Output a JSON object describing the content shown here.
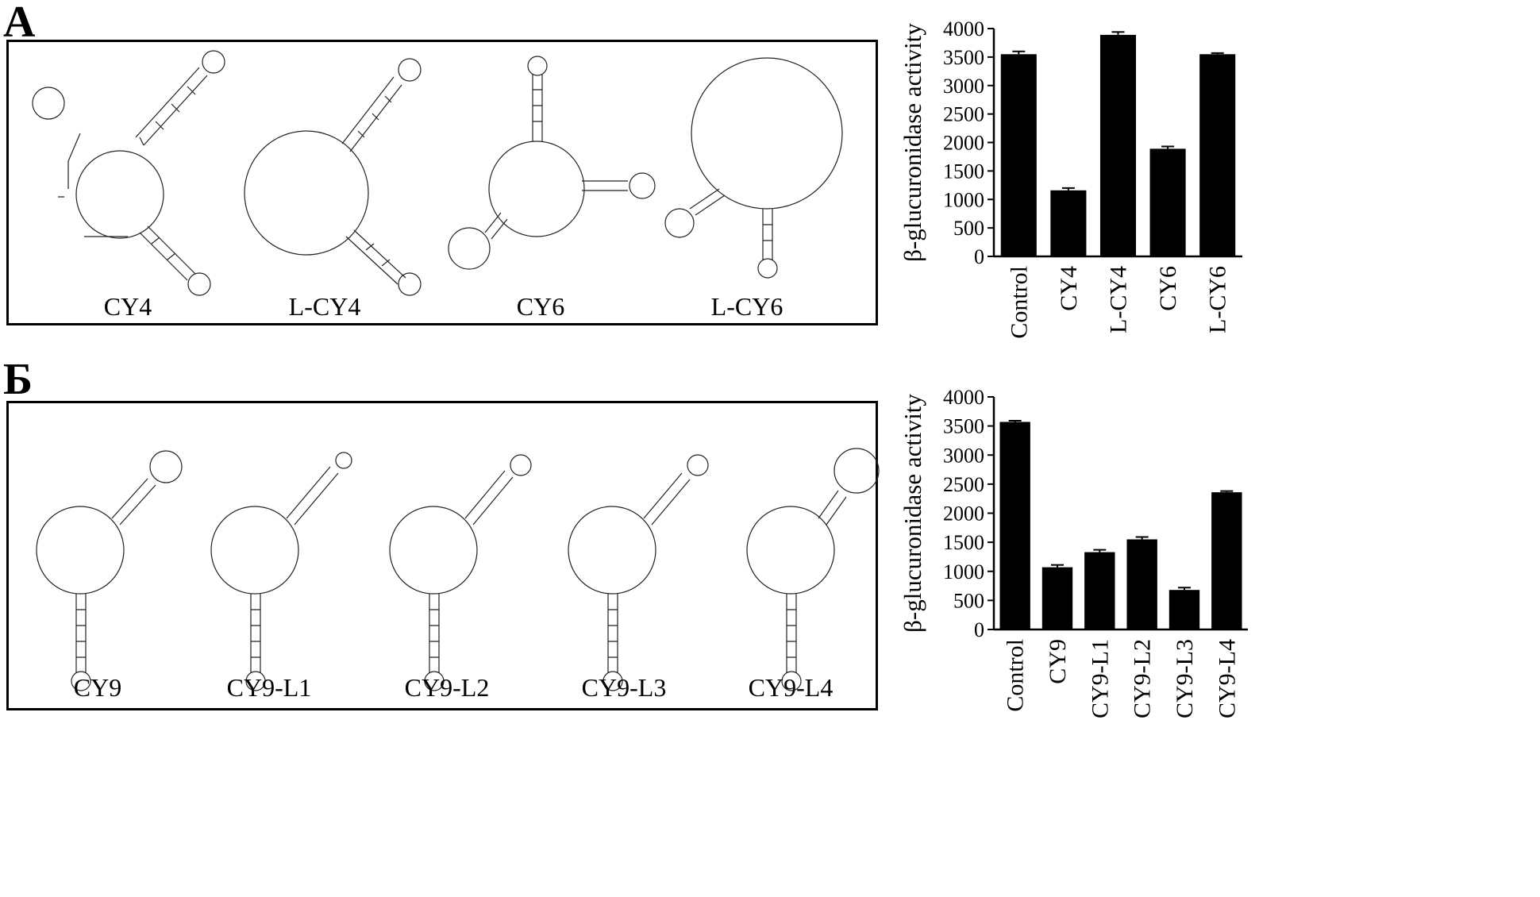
{
  "panels": [
    {
      "letter": "A",
      "structures": [
        "CY4",
        "L-CY4",
        "CY6",
        "L-CY6"
      ],
      "chart_ref": 0
    },
    {
      "letter": "Б",
      "structures": [
        "CY9",
        "CY9-L1",
        "CY9-L2",
        "CY9-L3",
        "CY9-L4"
      ],
      "chart_ref": 1
    }
  ],
  "chart_data": [
    {
      "type": "bar",
      "categories": [
        "Control",
        "CY4",
        "L-CY4",
        "CY6",
        "L-CY6"
      ],
      "values": [
        3550,
        1160,
        3890,
        1890,
        3550
      ],
      "errors": [
        50,
        40,
        50,
        40,
        20
      ],
      "ylabel": "β-glucuronidase activity",
      "ylim": [
        0,
        4000
      ],
      "yticks": [
        0,
        500,
        1000,
        1500,
        2000,
        2500,
        3000,
        3500,
        4000
      ],
      "color": "#000000"
    },
    {
      "type": "bar",
      "categories": [
        "Control",
        "CY9",
        "CY9-L1",
        "CY9-L2",
        "CY9-L3",
        "CY9-L4"
      ],
      "values": [
        3570,
        1070,
        1330,
        1550,
        680,
        2360
      ],
      "errors": [
        20,
        40,
        40,
        40,
        40,
        20
      ],
      "ylabel": "β-glucuronidase activity",
      "ylim": [
        0,
        4000
      ],
      "yticks": [
        0,
        500,
        1000,
        1500,
        2000,
        2500,
        3000,
        3500,
        4000
      ],
      "color": "#000000"
    }
  ]
}
